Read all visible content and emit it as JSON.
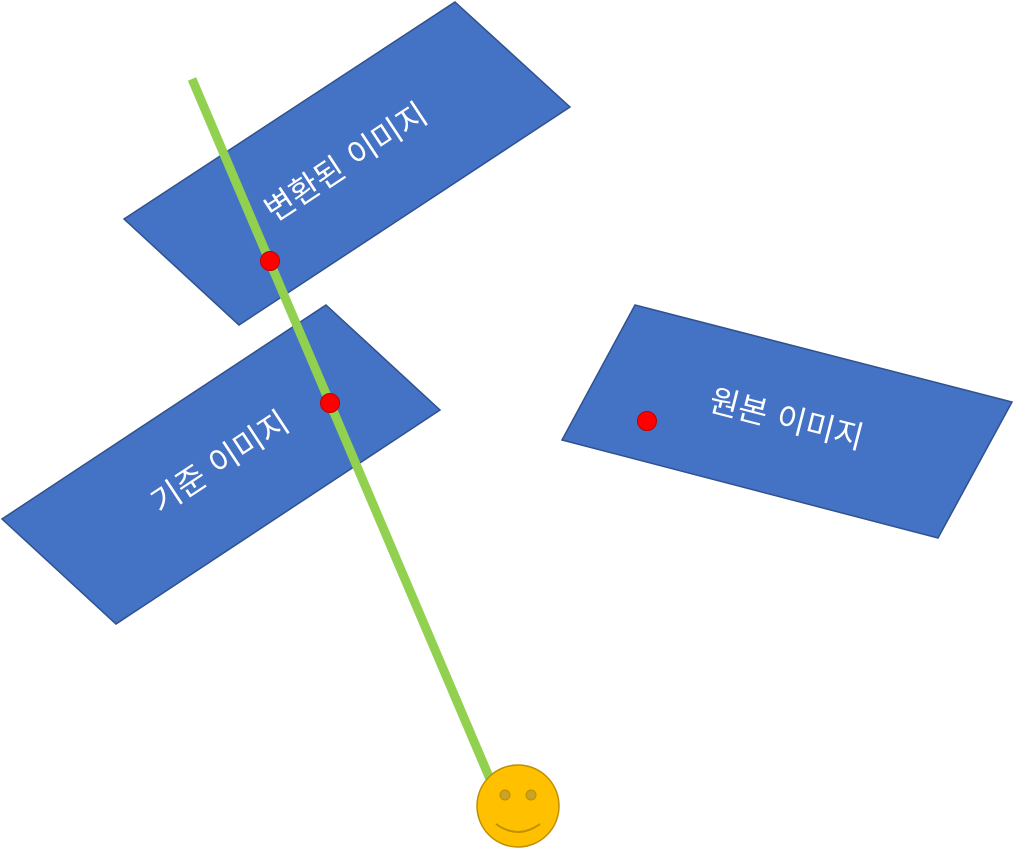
{
  "diagram": {
    "planes": {
      "transformed": {
        "label": "변환된 이미지"
      },
      "reference": {
        "label": "기준 이미지"
      },
      "original": {
        "label": "원본 이미지"
      }
    },
    "colors": {
      "plane_fill": "#4472C4",
      "plane_stroke": "#2F528F",
      "ray": "#92D050",
      "point": "#FF0000",
      "point_stroke": "#C00000",
      "smiley_fill": "#FFC000",
      "smiley_stroke": "#BF9000"
    },
    "icons": {
      "viewer": "smiley-face-icon",
      "point": "red-dot-icon"
    }
  }
}
